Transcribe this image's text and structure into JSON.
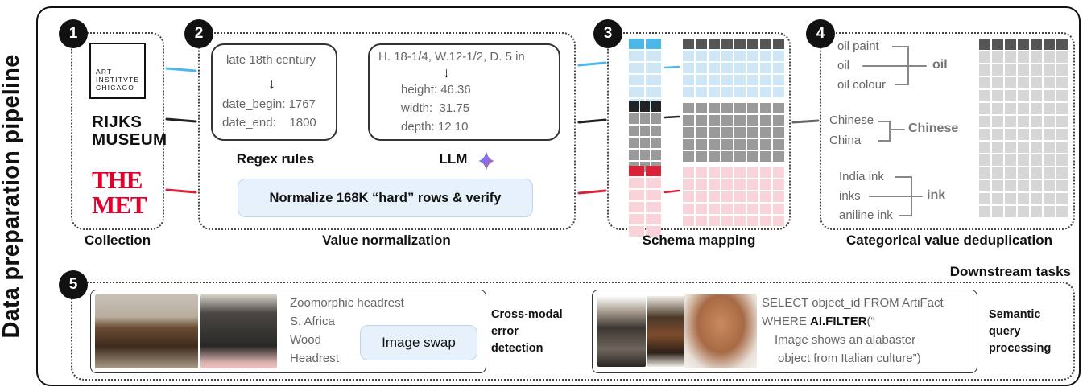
{
  "title": "Data preparation pipeline",
  "steps": [
    {
      "num": "1",
      "caption": "Collection"
    },
    {
      "num": "2",
      "caption": "Value normalization"
    },
    {
      "num": "3",
      "caption": "Schema mapping"
    },
    {
      "num": "4",
      "caption": "Categorical value deduplication"
    },
    {
      "num": "5",
      "caption": "Downstream tasks"
    }
  ],
  "logos": {
    "aic": "ART\nINSTITVTE\nCHICAGO",
    "rijks": "RIJKS\nMUSEUM",
    "met": "THE\nMET"
  },
  "normalization": {
    "regex_card": {
      "input": "late 18th century",
      "arrow": "↓",
      "out1": "date_begin: 1767",
      "out2": "date_end:    1800"
    },
    "regex_label": "Regex rules",
    "llm_card": {
      "input": "H. 18-1/4, W.12-1/2, D. 5 in",
      "arrow": "↓",
      "out1": "height: 46.36",
      "out2": "width:  31.75",
      "out3": "depth: 12.10"
    },
    "llm_label": "LLM",
    "note": "Normalize 168K “hard” rows & verify"
  },
  "dedup": {
    "groups": [
      {
        "variants": [
          "oil paint",
          "oil",
          "oil colour"
        ],
        "canonical": "oil"
      },
      {
        "variants": [
          "Chinese",
          "China"
        ],
        "canonical": "Chinese"
      },
      {
        "variants": [
          "India ink",
          "inks",
          "aniline ink"
        ],
        "canonical": "ink"
      }
    ]
  },
  "tasks": {
    "error_detection": {
      "lines": [
        "Zoomorphic headrest",
        "S. Africa",
        "Wood",
        "Headrest"
      ],
      "bubble": "Image swap",
      "label": "Cross-modal\nerror\ndetection"
    },
    "semantic_query": {
      "sql1": "SELECT object_id FROM ArtiFact",
      "sql2_pre": "WHERE ",
      "sql2_fn": "AI.FILTER",
      "sql2_post": "(“",
      "sql3": "Image shows an alabaster",
      "sql4": "object from Italian culture”)",
      "label": "Semantic\nquery\nprocessing"
    }
  },
  "colors": {
    "blue": "#4db8e8",
    "black": "#222222",
    "red": "#d9213a",
    "light_blue": "#cfe6f7",
    "light_gray": "#d6d6d6",
    "dark_gray": "#9a9a9a",
    "pink": "#f8d3d8"
  }
}
